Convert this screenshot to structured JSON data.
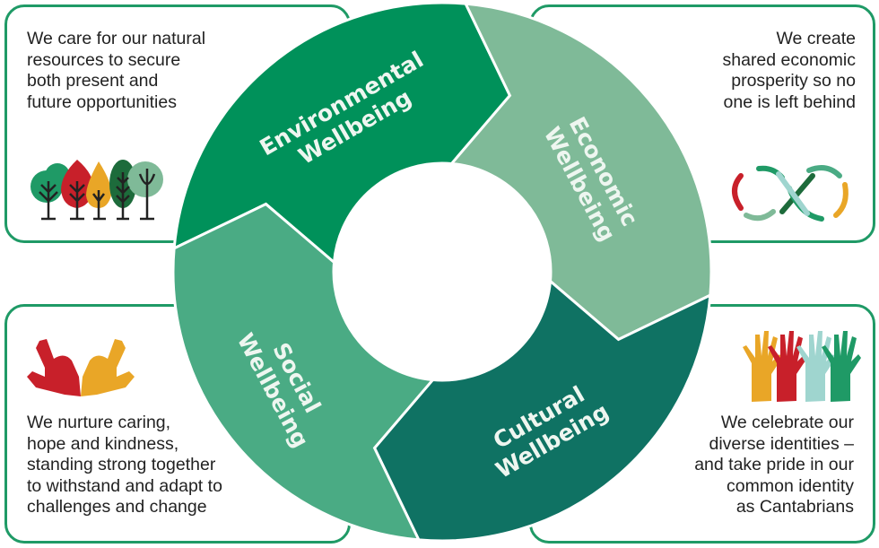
{
  "segments": [
    {
      "id": "environmental",
      "line1": "Environmental",
      "line2": "Wellbeing",
      "color": "#00915a"
    },
    {
      "id": "economic",
      "line1": "Economic",
      "line2": "Wellbeing",
      "color": "#7fba98"
    },
    {
      "id": "cultural",
      "line1": "Cultural",
      "line2": "Wellbeing",
      "color": "#0f7263"
    },
    {
      "id": "social",
      "line1": "Social",
      "line2": "Wellbeing",
      "color": "#4aab84"
    }
  ],
  "boxes": {
    "environmental": [
      "We care for our natural",
      "resources to secure",
      "both present and",
      "future opportunities"
    ],
    "economic": [
      "We create",
      "shared economic",
      "prosperity so no",
      "one is left behind"
    ],
    "social": [
      "We nurture caring,",
      "hope and kindness,",
      "standing strong together",
      "to withstand and adapt to",
      "challenges and change"
    ],
    "cultural": [
      "We celebrate our",
      "diverse identities –",
      "and take pride in our",
      "common identity",
      "as Cantabrians"
    ]
  },
  "icons": {
    "environmental": "trees-icon",
    "economic": "infinity-icon",
    "social": "heart-hands-icon",
    "cultural": "raised-hands-icon"
  },
  "palette": {
    "border": "#1f9a66",
    "red": "#c8202a",
    "amber": "#e9a627",
    "teal_light": "#9fd5cf",
    "dark_green": "#1d6b3b"
  }
}
